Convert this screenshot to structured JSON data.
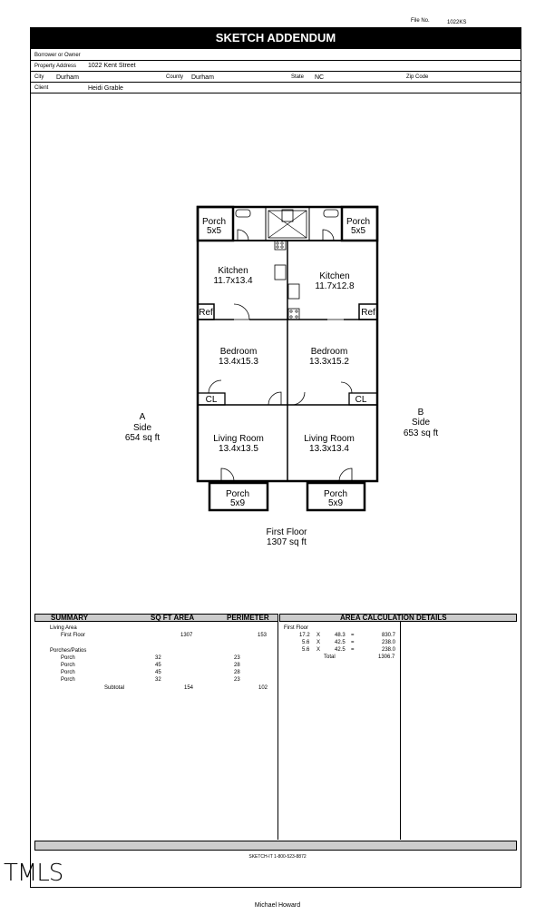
{
  "file_no": {
    "label": "File No.",
    "value": "1022KS"
  },
  "title": "SKETCH ADDENDUM",
  "header": {
    "borrower_label": "Borrower or Owner",
    "borrower_value": "",
    "address_label": "Property Address",
    "address_value": "1022 Kent Street",
    "city_label": "City",
    "city_value": "Durham",
    "county_label": "County",
    "county_value": "Durham",
    "state_label": "State",
    "state_value": "NC",
    "zip_label": "Zip Code",
    "zip_value": "",
    "client_label": "Client",
    "client_value": "Heidi Grable"
  },
  "sketch": {
    "porch_tl": {
      "name": "Porch",
      "dim": "5x5"
    },
    "porch_tr": {
      "name": "Porch",
      "dim": "5x5"
    },
    "kitchen_l": {
      "name": "Kitchen",
      "dim": "11.7x13.4"
    },
    "kitchen_r": {
      "name": "Kitchen",
      "dim": "11.7x12.8"
    },
    "ref_l": "Ref",
    "ref_r": "Ref",
    "bedroom_l": {
      "name": "Bedroom",
      "dim": "13.4x15.3"
    },
    "bedroom_r": {
      "name": "Bedroom",
      "dim": "13.3x15.2"
    },
    "cl_l": "CL",
    "cl_r": "CL",
    "living_l": {
      "name": "Living Room",
      "dim": "13.4x13.5"
    },
    "living_r": {
      "name": "Living Room",
      "dim": "13.3x13.4"
    },
    "porch_bl": {
      "name": "Porch",
      "dim": "5x9"
    },
    "porch_br": {
      "name": "Porch",
      "dim": "5x9"
    },
    "side_a": {
      "letter": "A",
      "label": "Side",
      "area": "654 sq ft"
    },
    "side_b": {
      "letter": "B",
      "label": "Side",
      "area": "653 sq ft"
    },
    "floor": {
      "name": "First Floor",
      "area": "1307 sq ft"
    }
  },
  "summary": {
    "headers": {
      "summary": "SUMMARY",
      "sqft": "SQ FT AREA",
      "perimeter": "PERIMETER",
      "details": "AREA CALCULATION DETAILS"
    },
    "living_area_label": "Living Area",
    "first_floor": {
      "name": "First Floor",
      "area": "1307",
      "perimeter": "153"
    },
    "porches_label": "Porches/Patios",
    "porches": [
      {
        "name": "Porch",
        "area": "32",
        "perimeter": "23"
      },
      {
        "name": "Porch",
        "area": "45",
        "perimeter": "28"
      },
      {
        "name": "Porch",
        "area": "45",
        "perimeter": "28"
      },
      {
        "name": "Porch",
        "area": "32",
        "perimeter": "23"
      }
    ],
    "subtotal": {
      "label": "Subtotal",
      "area": "154",
      "perimeter": "102"
    },
    "details": {
      "section": "First Floor",
      "rows": [
        {
          "a": "17.2",
          "x": "X",
          "b": "48.3",
          "eq": "=",
          "r": "830.7"
        },
        {
          "a": "5.6",
          "x": "X",
          "b": "42.5",
          "eq": "=",
          "r": "238.0"
        },
        {
          "a": "5.6",
          "x": "X",
          "b": "42.5",
          "eq": "=",
          "r": "238.0"
        }
      ],
      "total_label": "Total",
      "total_value": "1306.7"
    }
  },
  "footer": {
    "sketchit": "SKETCH-IT 1-800-523-8872",
    "logo": "TMLS",
    "name": "Michael Howard"
  }
}
